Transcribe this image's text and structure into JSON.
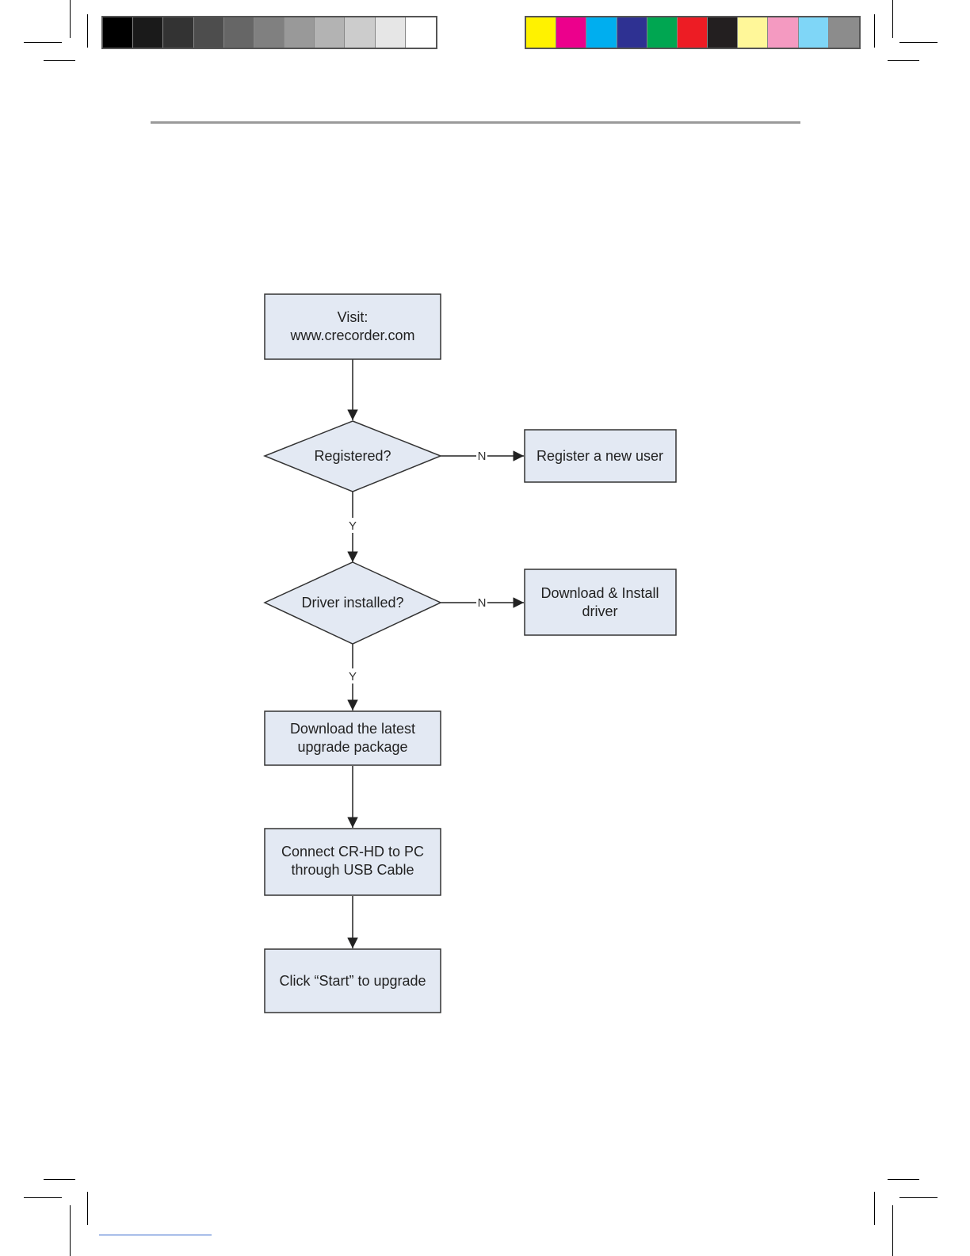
{
  "print_marks": {
    "grayscale_swatches": [
      "#000000",
      "#1a1a1a",
      "#333333",
      "#4d4d4d",
      "#666666",
      "#808080",
      "#999999",
      "#b3b3b3",
      "#cccccc",
      "#e6e6e6",
      "#ffffff"
    ],
    "color_swatches": [
      "#fff200",
      "#ec008c",
      "#00aeef",
      "#2e3192",
      "#00a651",
      "#ed1c24",
      "#231f20",
      "#fff799",
      "#f49ac1",
      "#7fd6f7",
      "#8c8c8c"
    ]
  },
  "flowchart": {
    "nodes": {
      "visit": {
        "lines": [
          "Visit:",
          "www.crecorder.com"
        ]
      },
      "registered": {
        "lines": [
          "Registered?"
        ]
      },
      "register_new": {
        "lines": [
          "Register a new user"
        ]
      },
      "driver_installed": {
        "lines": [
          "Driver installed?"
        ]
      },
      "download_driver": {
        "lines": [
          "Download & Install",
          "driver"
        ]
      },
      "download_package": {
        "lines": [
          "Download the latest",
          "upgrade package"
        ]
      },
      "connect": {
        "lines": [
          "Connect CR-HD to PC",
          "through USB Cable"
        ]
      },
      "start": {
        "lines": [
          "Click “Start” to upgrade"
        ]
      }
    },
    "edge_labels": {
      "no": "N",
      "yes": "Y"
    }
  }
}
